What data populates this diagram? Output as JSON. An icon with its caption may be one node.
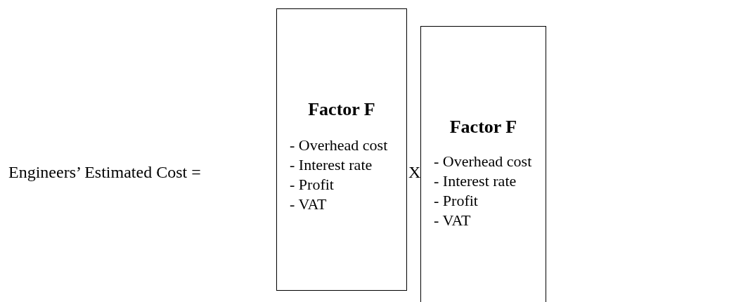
{
  "diagram": {
    "nodes": [
      {
        "text": [
          "Factor F",
          "- Overhead cost",
          "- Interest rate",
          "- Profit",
          "- VAT"
        ]
      },
      {
        "text": [
          "Factor F",
          "- Overhead cost",
          "- Interest rate",
          "- Profit",
          "- VAT"
        ]
      }
    ],
    "labels": [
      "Engineers’ Estimated Cost =",
      "X"
    ]
  }
}
